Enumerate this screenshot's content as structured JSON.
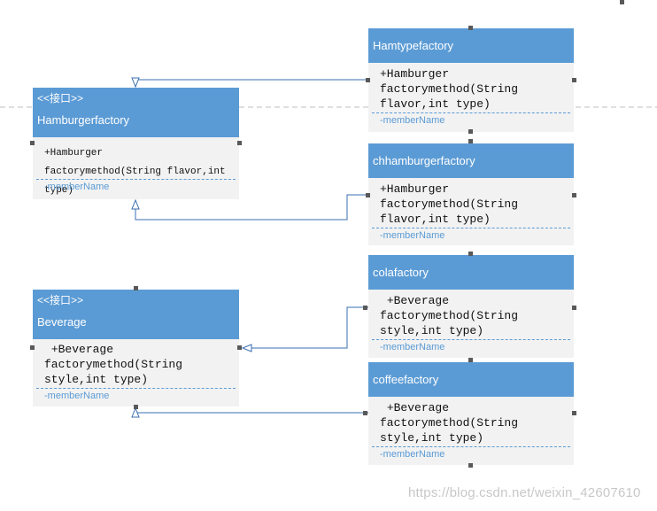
{
  "interfaces": {
    "hamburgerfactory": {
      "stereotype": "<<接口>>",
      "name": "Hamburgerfactory",
      "operation": "+Hamburger  factorymethod(String flavor,int type)",
      "member": "-memberName"
    },
    "beverage": {
      "stereotype": "<<接口>>",
      "name": "Beverage",
      "operation": " +Beverage factorymethod(String style,int type)",
      "member": "-memberName"
    }
  },
  "classes": {
    "hamtypefactory": {
      "name": "Hamtypefactory",
      "operation": "+Hamburger factorymethod(String flavor,int type)",
      "member": "-memberName"
    },
    "chhamburgerfactory": {
      "name": "chhamburgerfactory",
      "operation": "+Hamburger factorymethod(String flavor,int type)",
      "member": "-memberName"
    },
    "colafactory": {
      "name": "colafactory",
      "operation": " +Beverage factorymethod(String style,int type)",
      "member": "-memberName"
    },
    "coffeefactory": {
      "name": "coffeefactory",
      "operation": " +Beverage factorymethod(String style,int type)",
      "member": "-memberName"
    }
  },
  "relationships": [
    {
      "from": "Hamtypefactory",
      "to": "Hamburgerfactory",
      "type": "realization"
    },
    {
      "from": "chhamburgerfactory",
      "to": "Hamburgerfactory",
      "type": "realization"
    },
    {
      "from": "colafactory",
      "to": "Beverage",
      "type": "realization"
    },
    {
      "from": "coffeefactory",
      "to": "Beverage",
      "type": "realization"
    }
  ],
  "watermark": "https://blog.csdn.net/weixin_42607610",
  "colors": {
    "header": "#5b9bd5",
    "body": "#f2f2f2",
    "connector": "#3a6fb0",
    "handle": "#595959"
  }
}
